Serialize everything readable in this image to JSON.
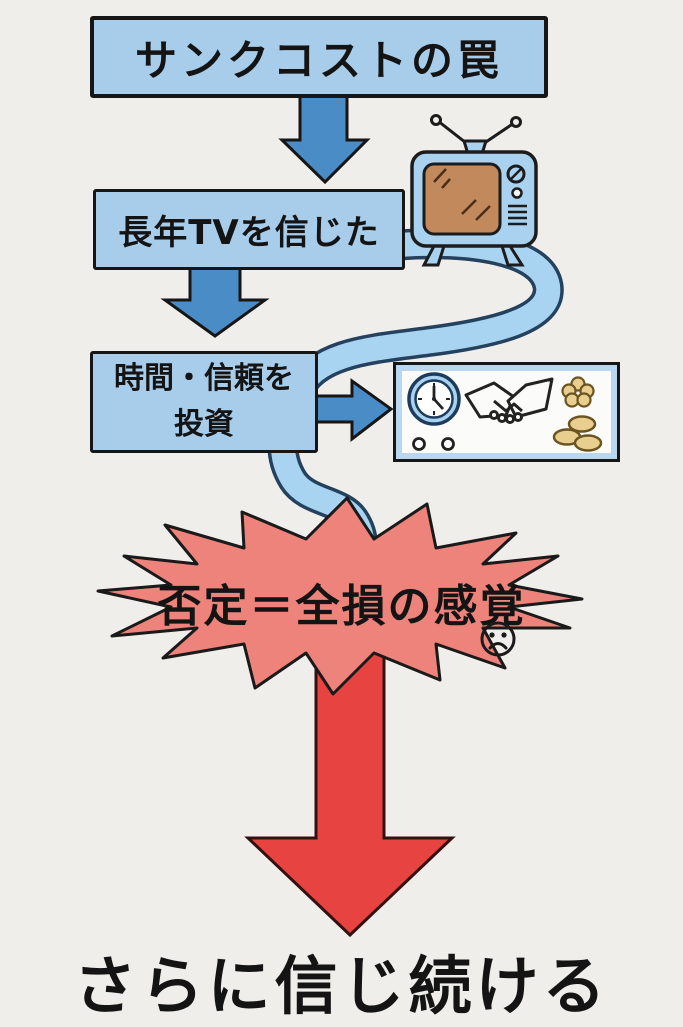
{
  "diagram": {
    "title": "サンクコストの罠",
    "steps": [
      {
        "label": "長年TVを信じた"
      },
      {
        "label_line1": "時間・信頼を",
        "label_line2": "投資"
      }
    ],
    "burst_label": "否定＝全損の感覚",
    "conclusion": "さらに信じ続ける"
  },
  "icons": {
    "tv": "tv-icon",
    "clock": "clock-icon",
    "handshake": "handshake-icon",
    "flower": "flower-icon",
    "coins": "coins-icon",
    "sad_face": "sad-face-icon"
  },
  "colors": {
    "background": "#f0eeeb",
    "box_fill": "#a7cdea",
    "box_border": "#161616",
    "arrow_blue": "#4a8dc6",
    "flow_path_fill": "#a9d4f1",
    "flow_path_outline": "#24415e",
    "burst_fill": "#ed837b",
    "arrow_red": "#e64341",
    "tv_body": "#a8d2f0",
    "tv_screen": "#c28a5c",
    "coin_fill": "#e9cf8f",
    "text_color": "#141414"
  }
}
